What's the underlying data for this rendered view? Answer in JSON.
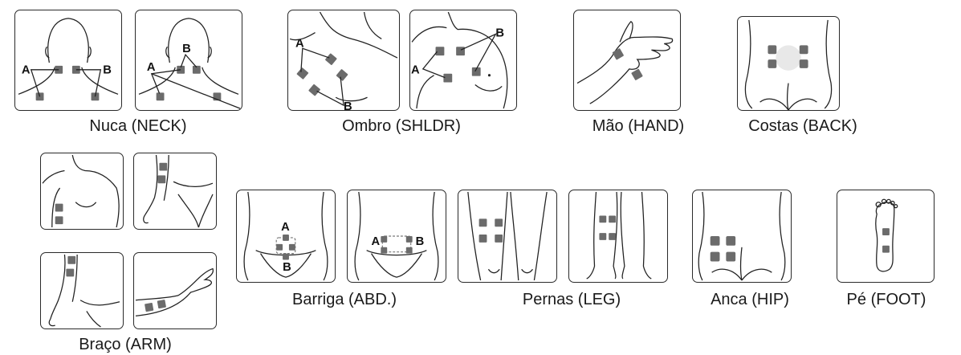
{
  "groups": {
    "neck": "Nuca (NECK)",
    "shoulder": "Ombro (SHLDR)",
    "hand": "Mão (HAND)",
    "back": "Costas (BACK)",
    "arm": "Braço (ARM)",
    "abdomen": "Barriga (ABD.)",
    "leg": "Pernas (LEG)",
    "hip": "Anca (HIP)",
    "foot": "Pé (FOOT)"
  },
  "markers": {
    "a": "A",
    "b": "B"
  },
  "colors": {
    "pad": "#6b6b6b",
    "outline": "#2a2a2a",
    "background": "#ffffff"
  }
}
